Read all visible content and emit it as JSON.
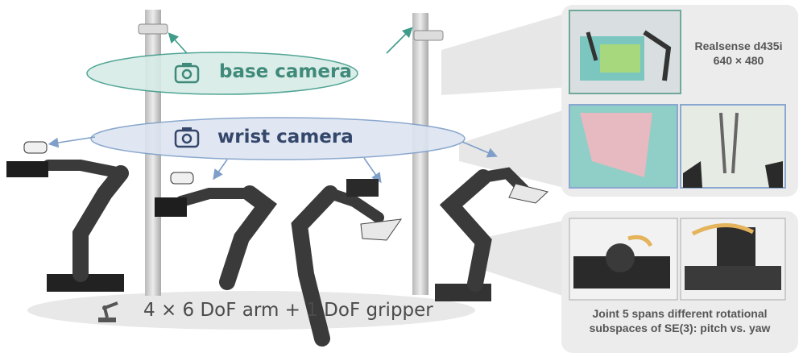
{
  "labels": {
    "base_camera": "base camera",
    "wrist_camera": "wrist camera",
    "arms": "4 × 6 DoF arm + 1 DoF gripper"
  },
  "captions": {
    "sensor_name": "Realsense d435i",
    "sensor_resolution": "640 × 480",
    "joint_line1": "Joint 5 spans different rotational",
    "joint_line2": "subspaces of SE(3): pitch vs. yaw"
  },
  "icons": [
    "camera-icon",
    "robot-arm-icon"
  ],
  "colors": {
    "base_accent": "#3f8a7a",
    "wrist_accent": "#34476b",
    "wrist_arrow": "#7f9fc9",
    "base_arrow": "#3f9c8a",
    "panel_bg": "#ececec"
  }
}
